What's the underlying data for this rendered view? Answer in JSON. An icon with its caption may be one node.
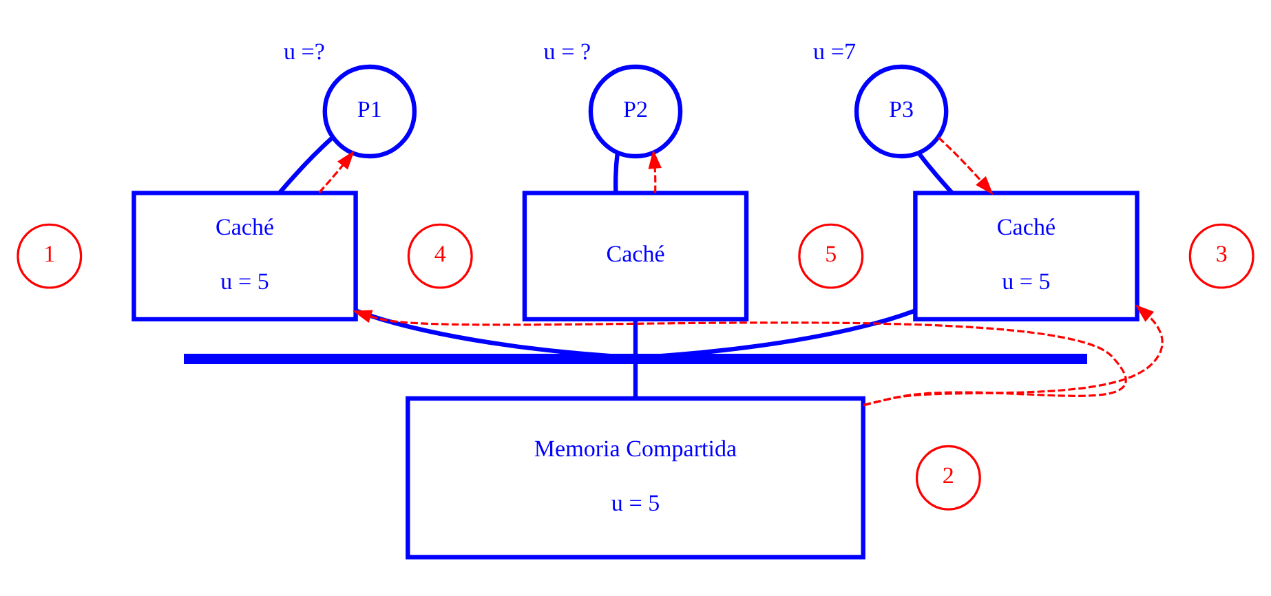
{
  "diagram": {
    "nodes": [
      {
        "text": [
          "P1"
        ],
        "beside": [
          "u =?"
        ]
      },
      {
        "text": [
          "P2"
        ],
        "beside": [
          "u = ?"
        ]
      },
      {
        "text": [
          "P3"
        ],
        "beside": [
          "u =7"
        ]
      },
      {
        "text": [
          "Caché",
          "u = 5"
        ]
      },
      {
        "text": [
          "Caché"
        ]
      },
      {
        "text": [
          "Caché",
          "u = 5"
        ]
      },
      {
        "text": [],
        "shape": "bar"
      },
      {
        "text": [
          "Memoria Compartida",
          "u = 5"
        ]
      },
      {
        "text": [
          "4"
        ]
      },
      {
        "text": [
          "5"
        ]
      },
      {
        "text": [
          "3"
        ]
      },
      {
        "text": [
          "1"
        ]
      },
      {
        "text": [
          "2"
        ]
      }
    ],
    "edges": [
      {
        "from": 0,
        "to": 3,
        "arrow": "none"
      },
      {
        "from": 1,
        "to": 4,
        "arrow": "none"
      },
      {
        "from": 2,
        "to": 5,
        "arrow": "none"
      },
      {
        "from": 3,
        "to": 6,
        "arrow": "none"
      },
      {
        "from": 4,
        "to": 6,
        "arrow": "none"
      },
      {
        "from": 5,
        "to": 6,
        "arrow": "none"
      },
      {
        "from": 6,
        "to": 7,
        "arrow": "none"
      },
      {
        "from": 7,
        "to": 3,
        "arrow": "to",
        "style": "dashed",
        "color": "#ff0000"
      },
      {
        "from": 7,
        "to": 5,
        "arrow": "to",
        "style": "dashed",
        "color": "#ff0000"
      },
      {
        "from": 2,
        "to": 5,
        "arrow": "to",
        "style": "dashed",
        "color": "#ff0000"
      },
      {
        "from": 3,
        "to": 0,
        "arrow": "to",
        "style": "dashed",
        "color": "#ff0000"
      },
      {
        "from": 4,
        "to": 1,
        "arrow": "to",
        "style": "dashed",
        "color": "#ff0000"
      }
    ]
  }
}
